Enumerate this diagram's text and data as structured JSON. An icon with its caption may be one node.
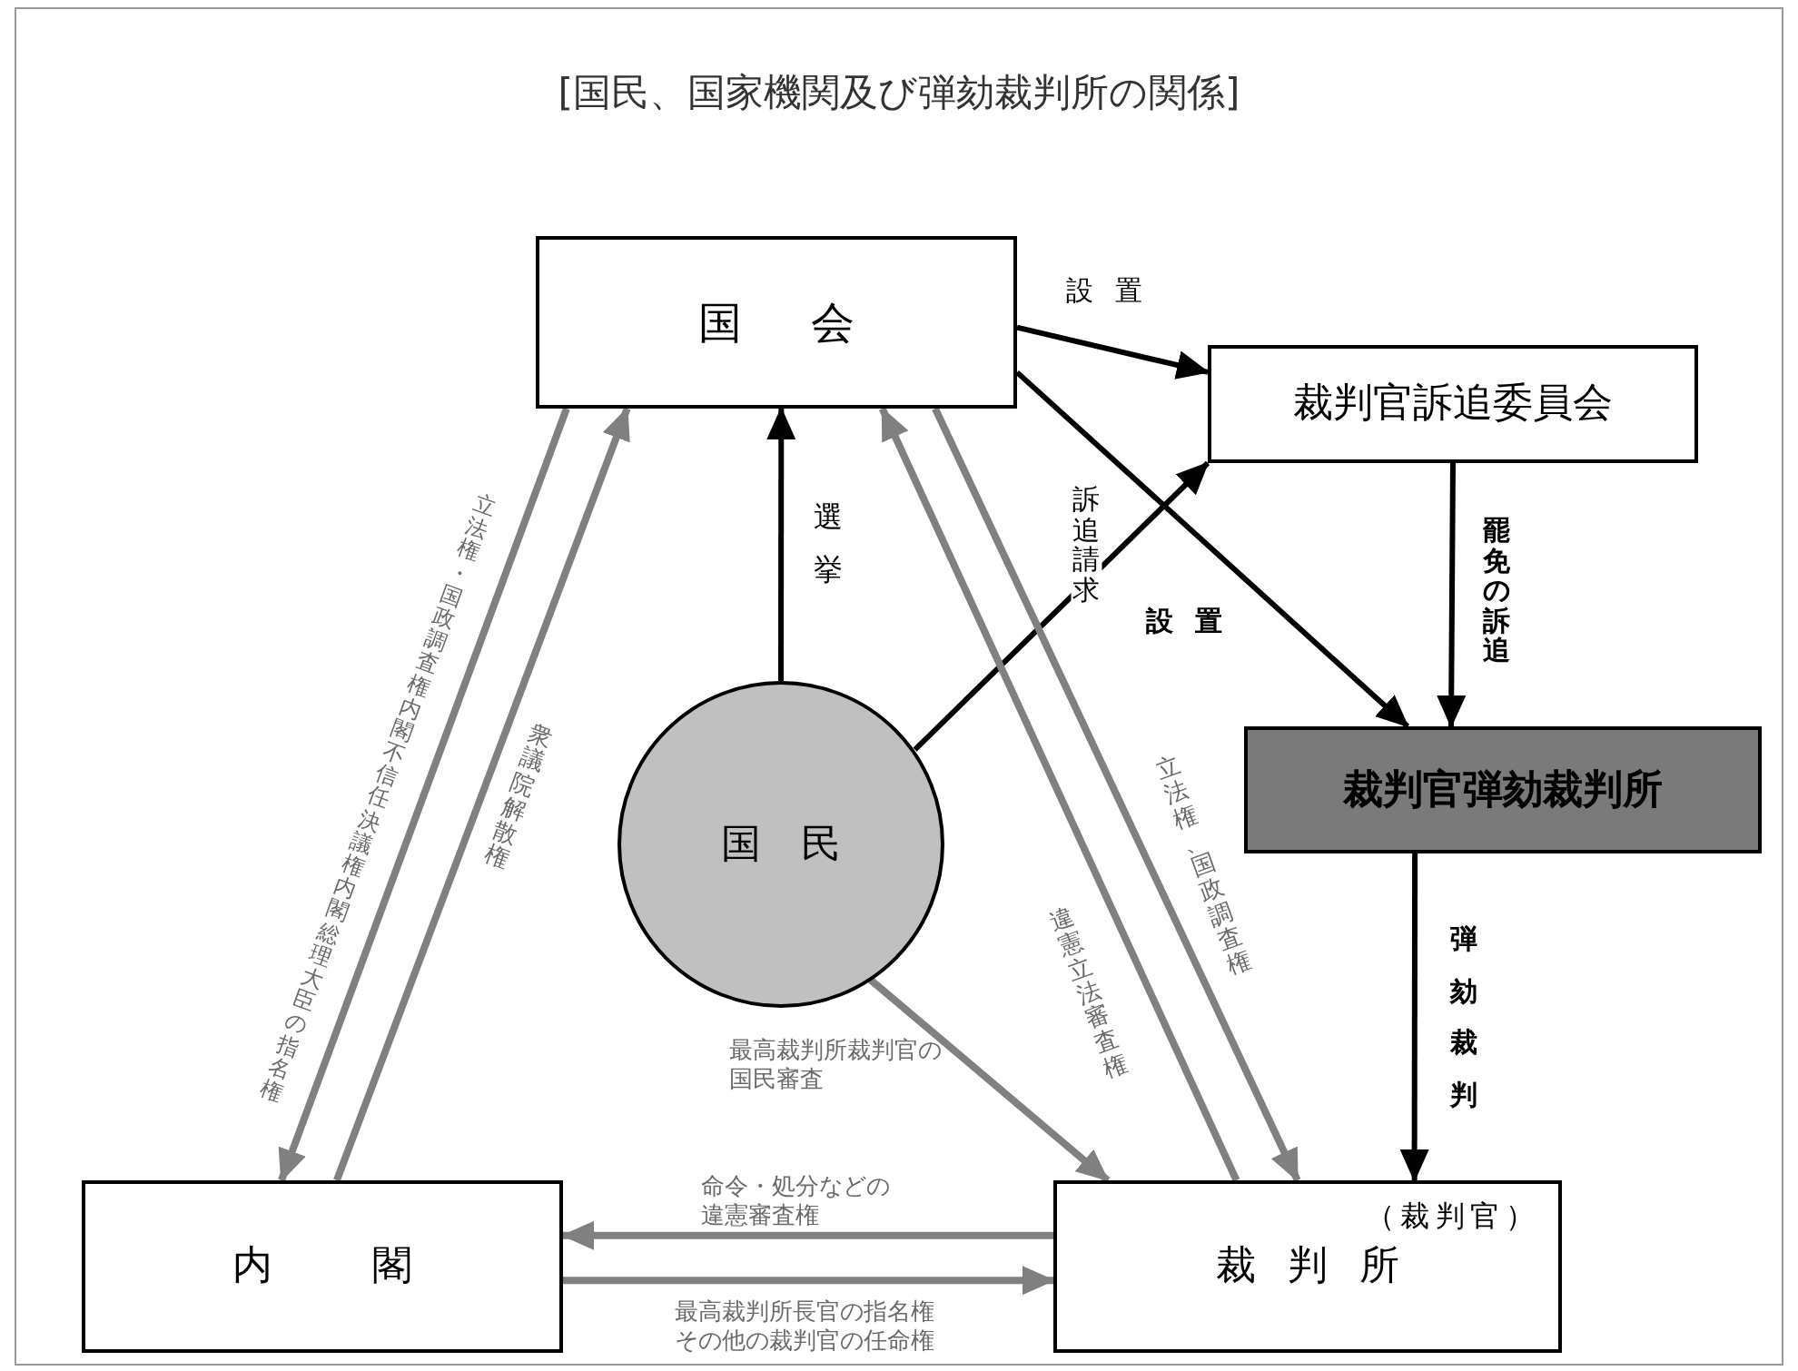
{
  "diagram": {
    "title": "[国民、国家機関及び弾劾裁判所の関係]",
    "nodes": [
      {
        "text": [
          "国会"
        ]
      },
      {
        "text": [
          "裁判官訴追委員会"
        ]
      },
      {
        "text": [
          "裁判官弾劾裁判所"
        ]
      },
      {
        "text": [
          "国民"
        ]
      },
      {
        "text": [
          "内閣"
        ]
      },
      {
        "text": [
          "（裁判官）",
          "裁判所"
        ]
      }
    ],
    "edges": [
      {
        "from": 0,
        "to": 1,
        "arrow": "to",
        "label": "設置",
        "color": "#000000"
      },
      {
        "from": 0,
        "to": 2,
        "arrow": "to",
        "label": "設置",
        "color": "#000000"
      },
      {
        "from": 3,
        "to": 0,
        "arrow": "to",
        "label": "選挙",
        "color": "#000000"
      },
      {
        "from": 3,
        "to": 1,
        "arrow": "to",
        "label": "訴追請求",
        "color": "#000000"
      },
      {
        "from": 1,
        "to": 2,
        "arrow": "to",
        "label": "罷免の訴追",
        "color": "#000000"
      },
      {
        "from": 2,
        "to": 5,
        "arrow": "to",
        "label": "弾劾裁判",
        "color": "#000000"
      },
      {
        "from": 0,
        "to": 4,
        "arrow": "to",
        "label": "立法権・国政調査権内閣不信任決議権内閣総理大臣の指名権"
      },
      {
        "from": 4,
        "to": 0,
        "arrow": "to",
        "label": "衆議院解散権"
      },
      {
        "from": 0,
        "to": 5,
        "arrow": "to",
        "label": "立法権、国政調査権"
      },
      {
        "from": 5,
        "to": 0,
        "arrow": "to",
        "label": "違憲立法審査権"
      },
      {
        "from": 3,
        "to": 5,
        "arrow": "to",
        "label": "最高裁判所裁判官の国民審査"
      },
      {
        "from": 5,
        "to": 4,
        "arrow": "to",
        "label": "命令・処分などの違憲審査権"
      },
      {
        "from": 4,
        "to": 5,
        "arrow": "to",
        "label": "最高裁判所長官の指名権その他の裁判官の任命権"
      }
    ]
  }
}
